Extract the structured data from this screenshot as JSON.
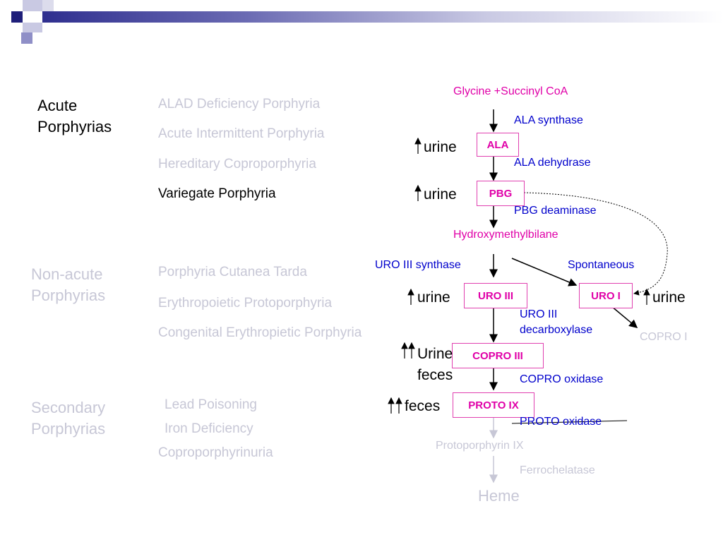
{
  "categories": {
    "acute": "Acute\nPorphyrias",
    "non_acute": "Non-acute\nPorphyrias",
    "secondary": "Secondary\nPorphyrias"
  },
  "diseases": {
    "alad": "ALAD Deficiency Porphyria",
    "aip": "Acute Intermittent Porphyria",
    "hcp": "Hereditary Coproporphyria",
    "vp": "Variegate Porphyria",
    "pct": "Porphyria Cutanea Tarda",
    "epp": "Erythropoietic Protoporphyria",
    "cep": "Congenital Erythropietic Porphyria",
    "lead": "Lead Poisoning",
    "iron": "Iron Deficiency",
    "copro": "Coproporphyrinuria"
  },
  "pathway": {
    "start": "Glycine +Succinyl CoA",
    "ala_synthase": "ALA synthase",
    "ala": "ALA",
    "ala_dehydrase": "ALA dehydrase",
    "pbg": "PBG",
    "pbg_deaminase": "PBG deaminase",
    "hmb": "Hydroxymethylbilane",
    "uro3_synthase": "URO III synthase",
    "spontaneous": "Spontaneous",
    "uro3": "URO III",
    "uro1": "URO I",
    "uro3_decarboxylase": "URO III\ndecarboxylase",
    "copro1": "COPRO I",
    "copro3": "COPRO III",
    "copro_oxidase": "COPRO oxidase",
    "proto9": "PROTO IX",
    "proto_oxidase": "PROTO oxidase",
    "protoporphyrin": "Protoporphyrin IX",
    "ferrochelatase": "Ferrochelatase",
    "heme": "Heme"
  },
  "excretion": {
    "ala_urine": "urine",
    "pbg_urine": "urine",
    "uro3_urine": "urine",
    "uro1_urine": "urine",
    "copro3_out": "Urine\nfeces",
    "proto_feces": "feces"
  },
  "colors": {
    "enzyme": "#0000cc",
    "substrate": "#e000a8",
    "faded": "#c7c7d6",
    "header_dark": "#2f2f8f"
  }
}
